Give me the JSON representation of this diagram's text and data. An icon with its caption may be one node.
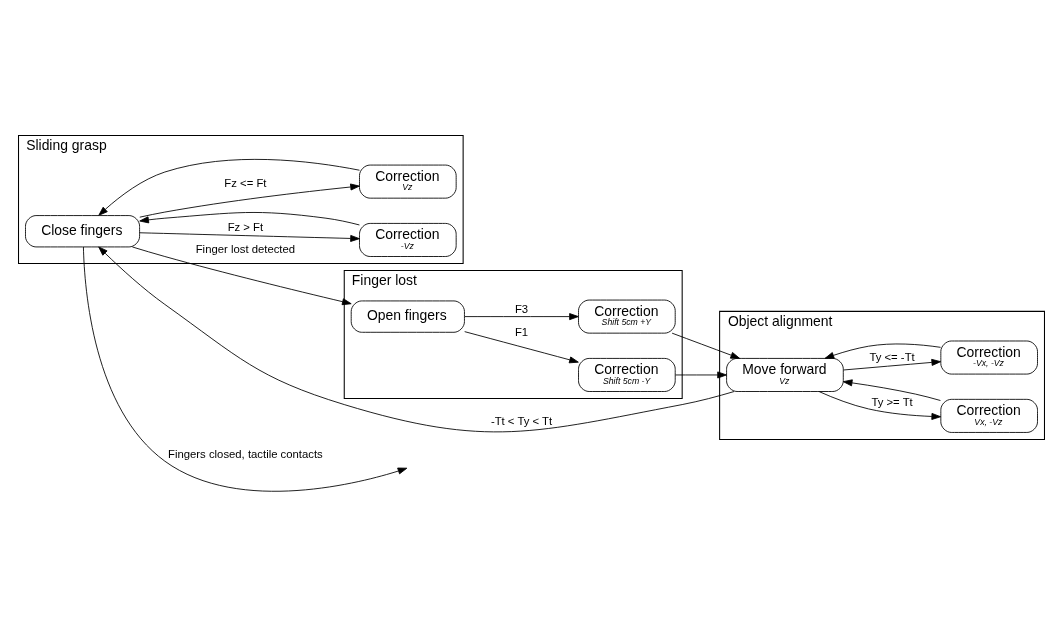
{
  "diagram": {
    "nodes": [
      {
        "text": [
          "Object alignment"
        ]
      },
      {
        "text": [
          "Move forward",
          "Vz"
        ],
        "in": 0
      },
      {
        "text": [
          "Correction",
          "Vx, -Vz"
        ],
        "in": 0
      },
      {
        "text": [
          "Correction",
          "-Vx, -Vz"
        ],
        "in": 0
      },
      {
        "text": [
          "Sliding grasp"
        ]
      },
      {
        "text": [
          "Close fingers"
        ],
        "in": 4
      },
      {
        "text": [
          "Correction",
          "-Vz"
        ],
        "in": 4
      },
      {
        "text": [
          "Correction",
          "Vz"
        ],
        "in": 4
      },
      {
        "text": [
          "Finger lost"
        ]
      },
      {
        "text": [
          "Correction",
          "Shift 5cm +Y"
        ],
        "in": 8
      },
      {
        "text": [
          "Correction",
          "Shift 5cm -Y"
        ],
        "in": 8
      },
      {
        "text": [
          "Open fingers"
        ],
        "in": 8
      }
    ],
    "edges": [
      {
        "from": 1,
        "to": 2,
        "arrow": "to",
        "label": "Ty >= Tt"
      },
      {
        "from": 2,
        "to": 1,
        "arrow": "to"
      },
      {
        "from": 1,
        "to": 3,
        "arrow": "to",
        "label": "Ty <= -Tt"
      },
      {
        "from": 3,
        "to": 1,
        "arrow": "to"
      },
      {
        "from": 1,
        "to": 5,
        "arrow": "to",
        "label": "-Tt < Ty < Tt"
      },
      {
        "from": 5,
        "to": 6,
        "arrow": "to",
        "label": "Fz > Ft"
      },
      {
        "from": 6,
        "to": 5,
        "arrow": "to"
      },
      {
        "from": 5,
        "to": 7,
        "arrow": "to",
        "label": "Fz <= Ft"
      },
      {
        "from": 7,
        "to": 5,
        "arrow": "to"
      },
      {
        "from": 5,
        "to": null,
        "arrow": "to",
        "label": "Fingers closed, tactile contacts"
      },
      {
        "from": 5,
        "to": 11,
        "arrow": "to",
        "label": "Finger lost detected"
      },
      {
        "from": 11,
        "to": 9,
        "arrow": "to",
        "label": "F3"
      },
      {
        "from": 11,
        "to": 10,
        "arrow": "to",
        "label": "F1"
      },
      {
        "from": 9,
        "to": 1,
        "arrow": "to"
      },
      {
        "from": 10,
        "to": 1,
        "arrow": "to"
      }
    ]
  }
}
